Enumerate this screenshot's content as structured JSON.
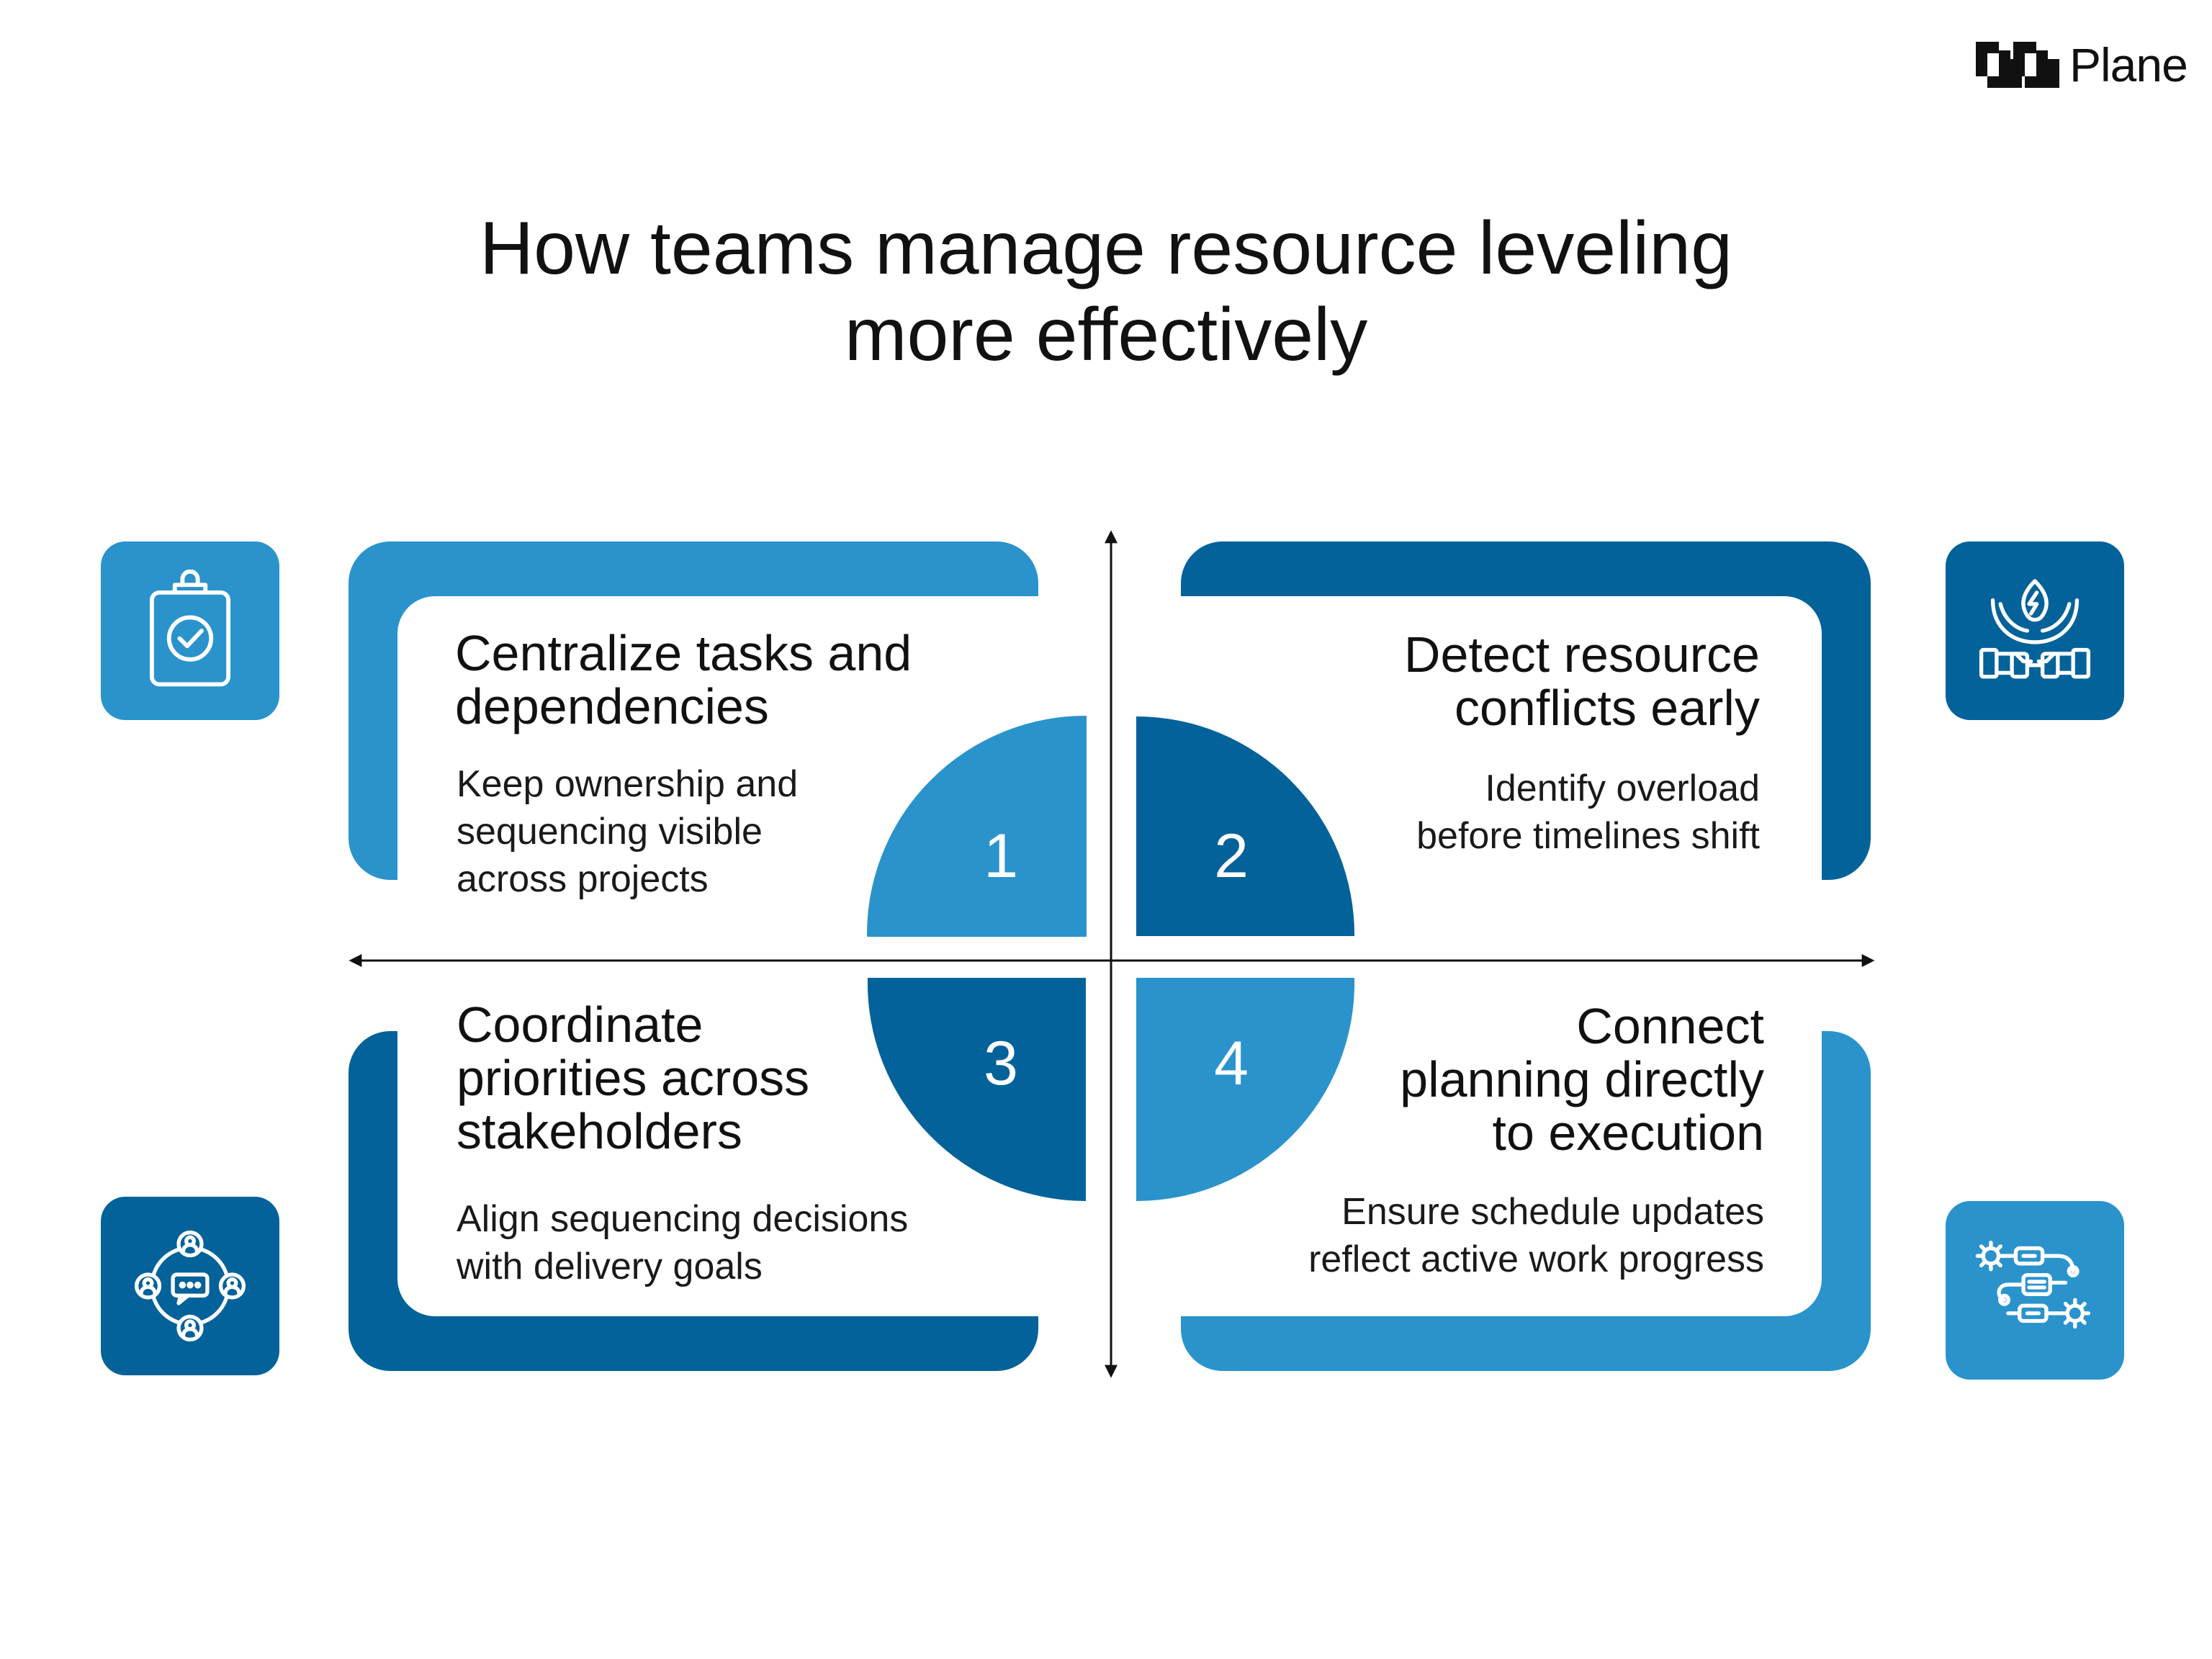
{
  "brand": {
    "name": "Plane"
  },
  "title": {
    "line1": "How teams manage resource leveling",
    "line2": "more effectively"
  },
  "colors": {
    "light_blue": "#2A93CC",
    "dark_blue": "#04629A",
    "text": "#111111",
    "background": "#FFFFFF"
  },
  "steps": [
    {
      "number": "1",
      "heading_line1": "Centralize tasks and",
      "heading_line2": "dependencies",
      "desc_line1": "Keep ownership and",
      "desc_line2": "sequencing visible",
      "desc_line3": "across projects",
      "icon": "clipboard-check-icon"
    },
    {
      "number": "2",
      "heading_line1": "Detect resource",
      "heading_line2": "conflicts early",
      "desc_line1": "Identify overload",
      "desc_line2": "before timelines shift",
      "icon": "conflict-handshake-icon"
    },
    {
      "number": "3",
      "heading_line1": "Coordinate",
      "heading_line2": "priorities across",
      "heading_line3": "stakeholders",
      "desc_line1": "Align sequencing decisions",
      "desc_line2": "with delivery goals",
      "icon": "stakeholders-network-icon"
    },
    {
      "number": "4",
      "heading_line1": "Connect",
      "heading_line2": "planning directly",
      "heading_line3": "to execution",
      "desc_line1": "Ensure schedule updates",
      "desc_line2": "reflect active work progress",
      "icon": "workflow-gears-icon"
    }
  ]
}
